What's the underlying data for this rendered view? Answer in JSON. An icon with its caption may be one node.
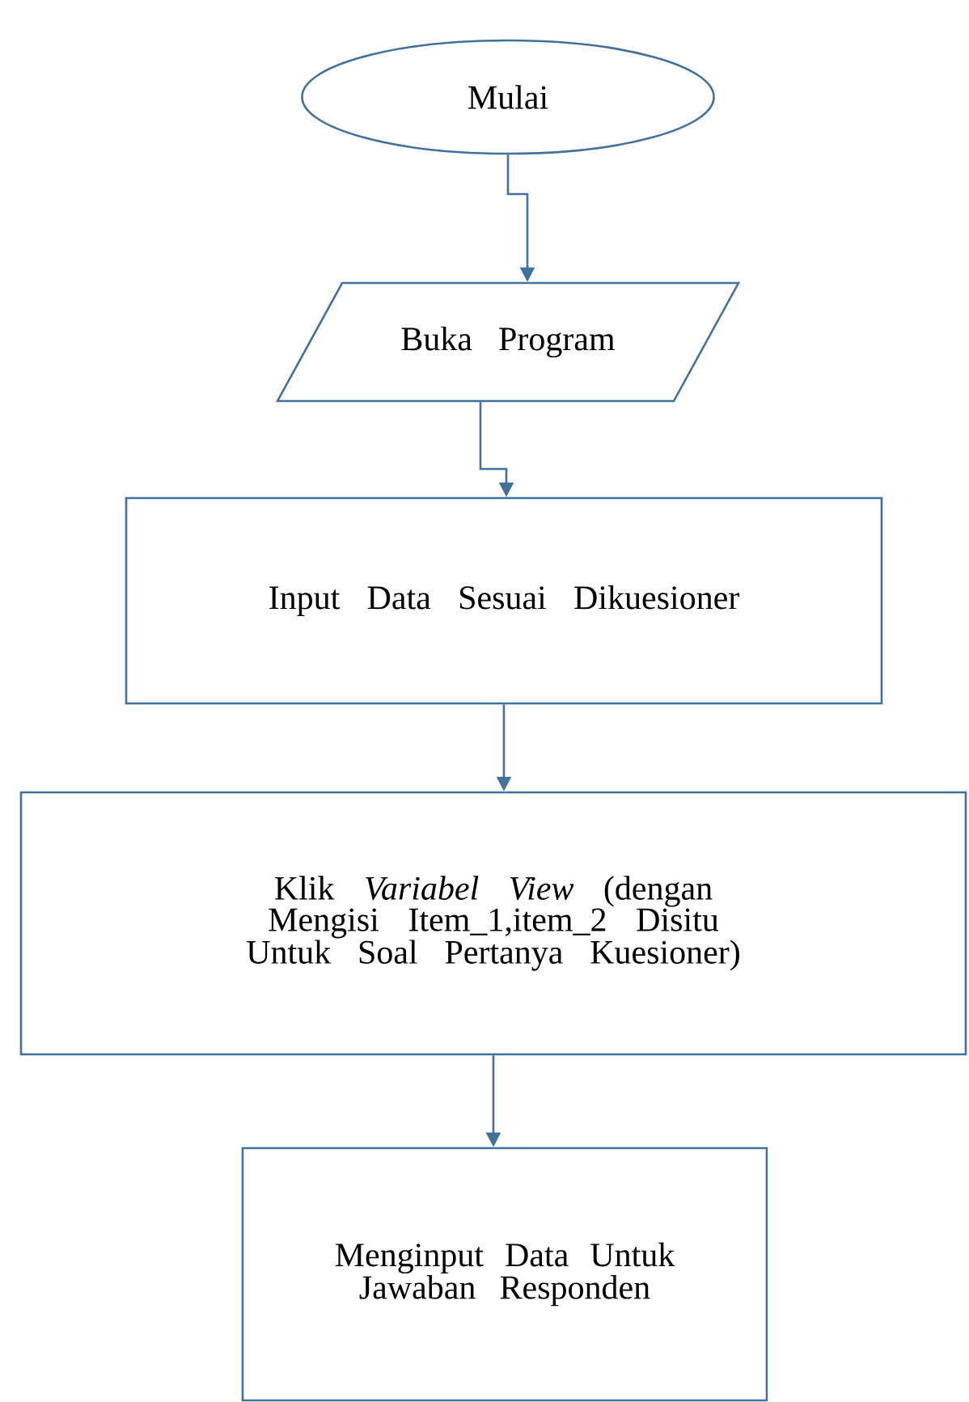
{
  "diagram": {
    "nodes": [
      {
        "text": [
          "Mulai"
        ]
      },
      {
        "text": [
          "Buka Program"
        ]
      },
      {
        "text": [
          "Input Data Sesuai Dikuesioner"
        ]
      },
      {
        "text": [
          "Klik *Variabel View* (dengan Mengisi Item_1,item_2 Disitu Untuk Soal Pertanya Kuesioner)"
        ]
      },
      {
        "text": [
          "Menginput Data Untuk Jawaban Responden"
        ]
      }
    ],
    "edges": [
      {
        "from": 0,
        "to": 1,
        "arrow": "to"
      },
      {
        "from": 1,
        "to": 2,
        "arrow": "to"
      },
      {
        "from": 2,
        "to": 3,
        "arrow": "to"
      },
      {
        "from": 3,
        "to": 4,
        "arrow": "to"
      }
    ]
  }
}
